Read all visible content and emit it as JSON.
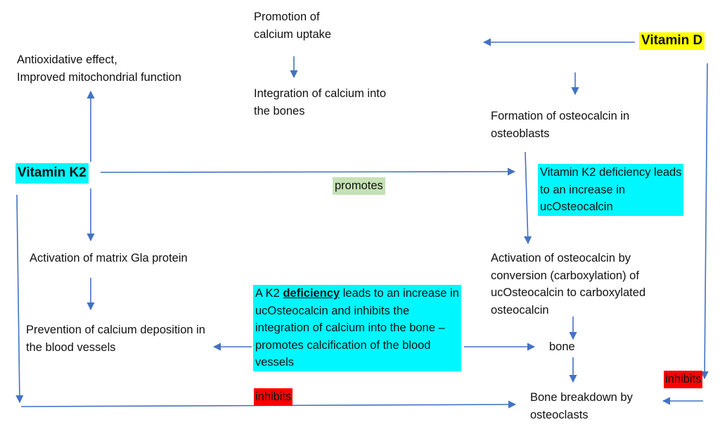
{
  "nodes": {
    "promotion_calcium_uptake": "Promotion of\ncalcium uptake",
    "integration_calcium_bones": "Integration of calcium into\nthe bones",
    "antioxidative_effect": "Antioxidative effect,\nImproved mitochondrial function",
    "vitamin_d": "Vitamin D",
    "formation_osteocalcin": "Formation of osteocalcin in\nosteoblasts",
    "vitamin_k2": "Vitamin K2",
    "promotes_label": "promotes",
    "k2_deficiency_uc": "Vitamin K2 deficiency leads\nto an increase in\nucOsteocalcin",
    "activation_mgp": "Activation of matrix Gla protein",
    "activation_osteocalcin": "Activation of osteocalcin by\nconversion (carboxylation) of\nucOsteocalcin to carboxylated\nosteocalcin",
    "deficiency_box": {
      "prefix": "A K2 ",
      "emphasis": "deficiency",
      "suffix": " leads to an increase in\nucOsteocalcin and inhibits the\nintegration of calcium into the bone –\npromotes calcification of the blood\nvessels"
    },
    "prevention_calcium": "Prevention of calcium deposition in\nthe blood vessels",
    "bone": "bone",
    "inhibits_left": "inhibits",
    "inhibits_right": "inhibits",
    "bone_breakdown": "Bone breakdown by\nosteoclasts"
  },
  "colors": {
    "arrow": "#4472c4",
    "cyan_highlight": "#00f7ff",
    "yellow_highlight": "#ffff00",
    "green_highlight": "#c5e1b5",
    "red_highlight": "#ff0000"
  }
}
